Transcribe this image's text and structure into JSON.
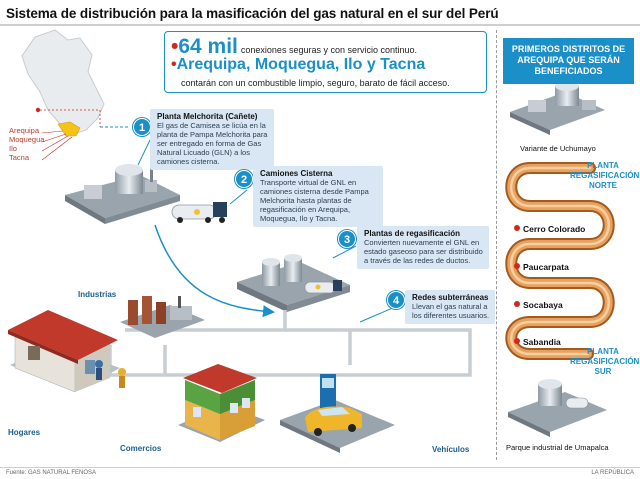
{
  "title": "Sistema de distribución para la masificación del gas natural en el sur del Perú",
  "regions": [
    "Arequipa",
    "Moquegua",
    "Ilo",
    "Tacna"
  ],
  "hero": {
    "count": "64 mil",
    "count_text": "conexiones seguras y con servicio continuo.",
    "cities": "Arequipa, Moquegua, Ilo y Tacna",
    "cities_text": "contarán con un combustible limpio, seguro, barato de fácil acceso."
  },
  "steps": [
    {
      "num": "1",
      "title": "Planta Melchorita (Cañete)",
      "text": "El gas de Camisea se licúa en la planta de Pampa Melchorita para ser entregado en forma de Gas Natural Licuado (GLN) a los camiones cisterna."
    },
    {
      "num": "2",
      "title": "Camiones Cisterna",
      "text": "Transporte virtual de GNL en camiones cisterna desde Pampa Melchorita hasta plantas de regasificación en Arequipa, Moquegua, Ilo y Tacna."
    },
    {
      "num": "3",
      "title": "Plantas de regasificación",
      "text": "Convierten nuevamente el GNL en estado gaseoso para ser distribuido a través de las redes de ductos."
    },
    {
      "num": "4",
      "title": "Redes subterráneas",
      "text": "Llevan el gas natural a los diferentes usuarios."
    }
  ],
  "users": {
    "industrias": "Industrias",
    "hogares": "Hogares",
    "comercios": "Comercios",
    "vehiculos": "Vehículos"
  },
  "sidebar": {
    "heading": "PRIMEROS DISTRITOS DE AREQUIPA QUE SERÁN BENEFICIADOS",
    "top_caption": "Variante de Uchumayo",
    "plant_north": "PLANTA REGASIFICACIÓN NORTE",
    "districts": [
      "Cerro Colorado",
      "Paucarpata",
      "Socabaya",
      "Sabandia"
    ],
    "plant_south": "PLANTA REGASIFICACIÓN SUR",
    "bottom_caption": "Parque industrial de Umapalca"
  },
  "footer": {
    "source": "Fuente: GAS NATURAL FENOSA",
    "credit": "LA REPÚBLICA"
  },
  "colors": {
    "accent": "#1b8fc8",
    "red": "#d0281f",
    "pipe": "#d9883a",
    "panel": "#d9e7f4"
  }
}
